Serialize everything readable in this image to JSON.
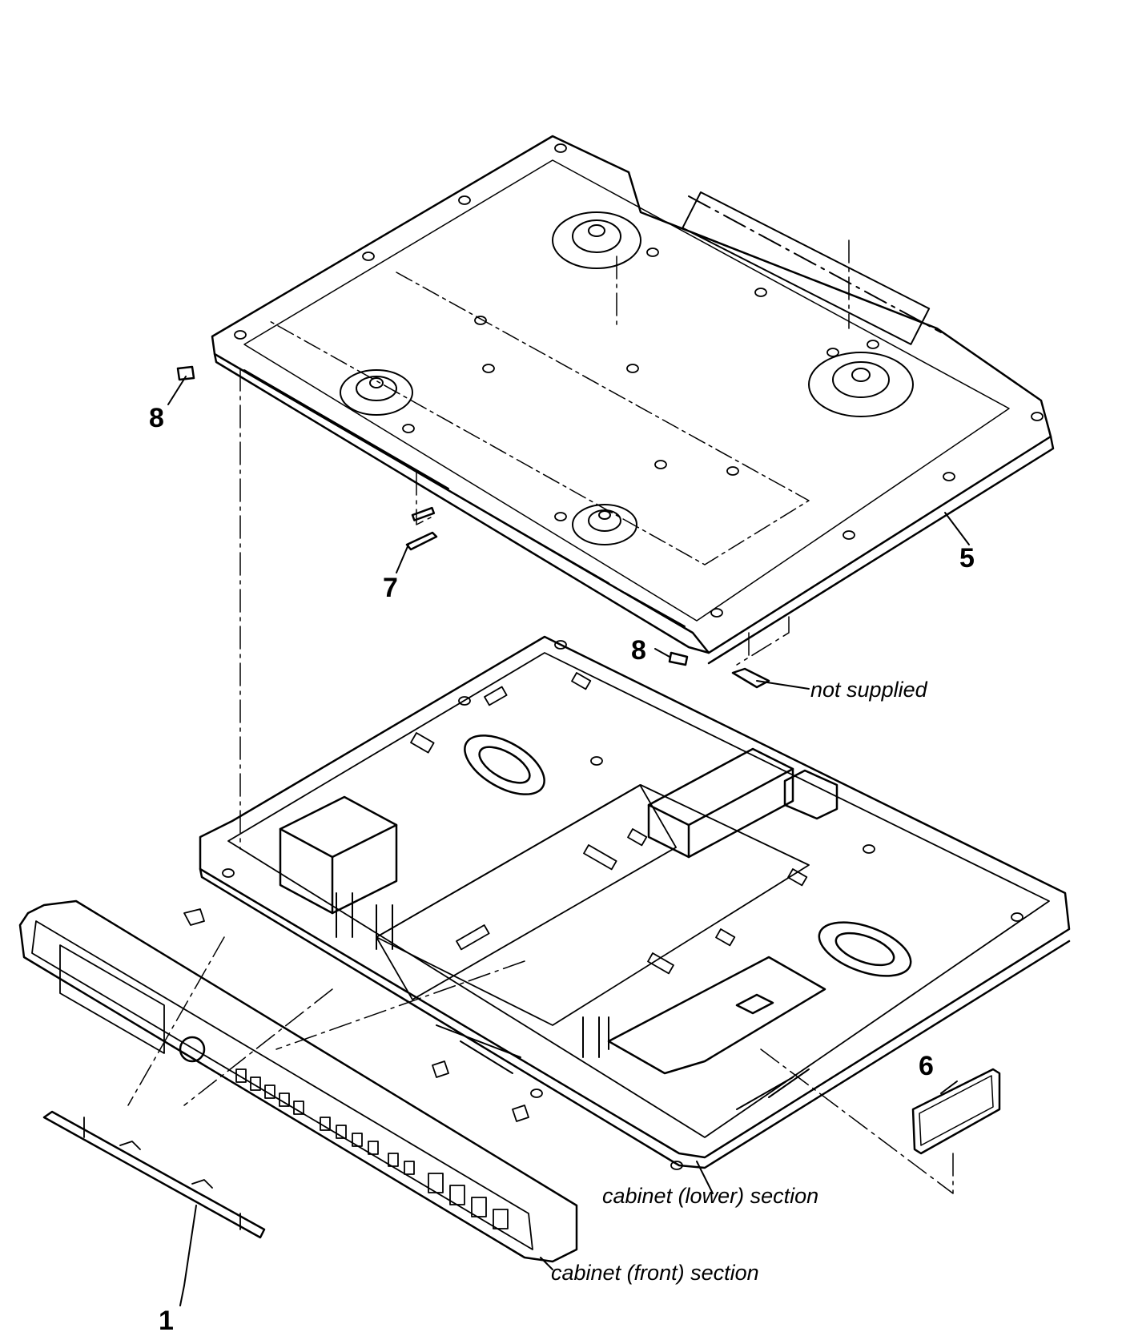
{
  "part_numbers": {
    "p1": "1",
    "p5": "5",
    "p6": "6",
    "p7": "7",
    "p8_left": "8",
    "p8_mid": "8"
  },
  "captions": {
    "not_supplied": "not supplied",
    "cabinet_lower": "cabinet (lower) section",
    "cabinet_front": "cabinet (front) section"
  },
  "colors": {
    "ink": "#000000",
    "paper": "#ffffff"
  }
}
